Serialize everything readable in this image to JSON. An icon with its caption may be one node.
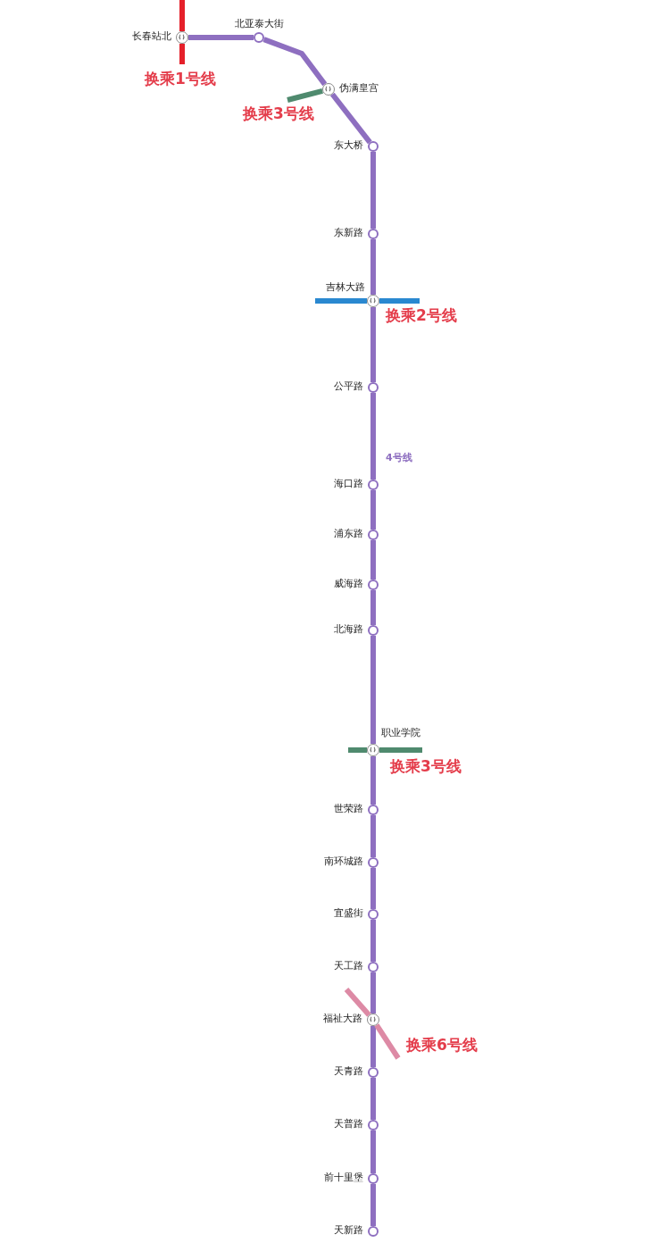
{
  "diagram": {
    "nodes": [
      {
        "text": [],
        "shape": "circle",
        "beside": [
          "长春站北"
        ]
      },
      {
        "text": [],
        "shape": "circle",
        "beside": [
          "北亚泰大街"
        ]
      },
      {
        "text": [],
        "shape": "circle",
        "beside": [
          "伪满皇宫"
        ]
      },
      {
        "text": [],
        "shape": "circle",
        "beside": [
          "东大桥"
        ]
      },
      {
        "text": [],
        "shape": "circle",
        "beside": [
          "东新路"
        ]
      },
      {
        "text": [],
        "shape": "circle",
        "beside": [
          "吉林大路"
        ]
      },
      {
        "text": [],
        "shape": "circle",
        "beside": [
          "公平路"
        ]
      },
      {
        "text": [],
        "shape": "circle",
        "beside": [
          "海口路"
        ]
      },
      {
        "text": [],
        "shape": "circle",
        "beside": [
          "浦东路"
        ]
      },
      {
        "text": [],
        "shape": "circle",
        "beside": [
          "威海路"
        ]
      },
      {
        "text": [],
        "shape": "circle",
        "beside": [
          "北海路"
        ]
      },
      {
        "text": [],
        "shape": "circle",
        "beside": [
          "职业学院"
        ]
      },
      {
        "text": [],
        "shape": "circle",
        "beside": [
          "世荣路"
        ]
      },
      {
        "text": [],
        "shape": "circle",
        "beside": [
          "南环城路"
        ]
      },
      {
        "text": [],
        "shape": "circle",
        "beside": [
          "宜盛街"
        ]
      },
      {
        "text": [],
        "shape": "circle",
        "beside": [
          "天工路"
        ]
      },
      {
        "text": [],
        "shape": "circle",
        "beside": [
          "福祉大路"
        ]
      },
      {
        "text": [],
        "shape": "circle",
        "beside": [
          "天青路"
        ]
      },
      {
        "text": [],
        "shape": "circle",
        "beside": [
          "天普路"
        ]
      },
      {
        "text": [],
        "shape": "circle",
        "beside": [
          "前十里堡"
        ]
      },
      {
        "text": [],
        "shape": "circle",
        "beside": [
          "天新路"
        ]
      },
      {
        "text": [
          "换乘1号线"
        ]
      },
      {
        "text": [
          "换乘3号线"
        ]
      },
      {
        "text": [
          "换乘2号线"
        ]
      },
      {
        "text": [
          "换乘3号线"
        ]
      },
      {
        "text": [
          "换乘6号线"
        ]
      }
    ],
    "edges": [
      {
        "from": 0,
        "to": 1,
        "arrow": "none"
      },
      {
        "from": 1,
        "to": 2,
        "arrow": "none"
      },
      {
        "from": 2,
        "to": 3,
        "arrow": "none"
      },
      {
        "from": 3,
        "to": 4,
        "arrow": "none"
      },
      {
        "from": 4,
        "to": 5,
        "arrow": "none"
      },
      {
        "from": 5,
        "to": 6,
        "arrow": "none"
      },
      {
        "from": 6,
        "to": 7,
        "arrow": "none"
      },
      {
        "from": 7,
        "to": 8,
        "arrow": "none"
      },
      {
        "from": 8,
        "to": 9,
        "arrow": "none"
      },
      {
        "from": 9,
        "to": 10,
        "arrow": "none"
      },
      {
        "from": 10,
        "to": 11,
        "arrow": "none"
      },
      {
        "from": 11,
        "to": 12,
        "arrow": "none"
      },
      {
        "from": 12,
        "to": 13,
        "arrow": "none"
      },
      {
        "from": 13,
        "to": 14,
        "arrow": "none"
      },
      {
        "from": 14,
        "to": 15,
        "arrow": "none"
      },
      {
        "from": 15,
        "to": 16,
        "arrow": "none"
      },
      {
        "from": 16,
        "to": 17,
        "arrow": "none"
      },
      {
        "from": 17,
        "to": 18,
        "arrow": "none"
      },
      {
        "from": 18,
        "to": 19,
        "arrow": "none"
      },
      {
        "from": 19,
        "to": 20,
        "arrow": "none"
      },
      {
        "from": null,
        "to": 0,
        "arrow": "none",
        "color": "#e5202a"
      },
      {
        "from": 21,
        "to": 0,
        "arrow": "none",
        "color": "#e5202a"
      },
      {
        "from": 22,
        "to": 2,
        "arrow": "none",
        "color": "#4f8a6e"
      },
      {
        "from": null,
        "to": 5,
        "arrow": "none",
        "color": "#2a88d0"
      },
      {
        "from": 23,
        "to": 5,
        "arrow": "none",
        "color": "#2a88d0"
      },
      {
        "from": null,
        "to": 11,
        "arrow": "none",
        "color": "#4f8a6e"
      },
      {
        "from": 24,
        "to": 11,
        "arrow": "none",
        "color": "#4f8a6e"
      },
      {
        "from": null,
        "to": 16,
        "arrow": "none",
        "color": "#dd8aa5"
      },
      {
        "from": 25,
        "to": 16,
        "arrow": "none",
        "color": "#dd8aa5"
      }
    ],
    "labels": [
      "4号线"
    ]
  }
}
